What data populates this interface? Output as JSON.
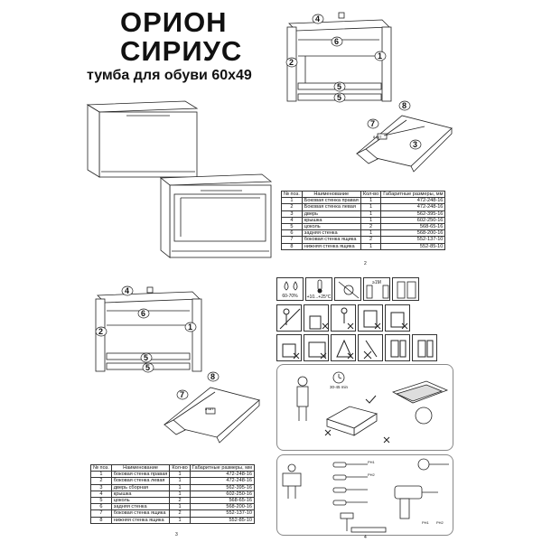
{
  "header": {
    "title_line1": "ОРИОН",
    "title_line2": "СИРИУС",
    "subtitle": "тумба для обуви 60х49"
  },
  "assembly_labels": [
    "1",
    "2",
    "3",
    "4",
    "5",
    "6",
    "7",
    "8"
  ],
  "screw_label": "8 ШТ",
  "table_top": {
    "headers": [
      "№ поз.",
      "Наименование",
      "Кол-во",
      "Габаритные размеры, мм"
    ],
    "rows": [
      [
        "1",
        "Боковая стенка правая",
        "1",
        "472-248-16"
      ],
      [
        "2",
        "Боковая стенка левая",
        "1",
        "472-248-16"
      ],
      [
        "3",
        "дверь",
        "1",
        "562-395-16"
      ],
      [
        "4",
        "крышка",
        "1",
        "602-250-16"
      ],
      [
        "5",
        "цоколь",
        "2",
        "568-65-16"
      ],
      [
        "6",
        "задняя стенка",
        "1",
        "568-200-16"
      ],
      [
        "7",
        "боковая стенка ящика",
        "2",
        "552-137-10"
      ],
      [
        "8",
        "нижняя стенка ящика",
        "1",
        "552-85-10"
      ]
    ]
  },
  "table_bottom": {
    "headers": [
      "№ поз.",
      "Наименование",
      "Кол-во",
      "Габаритные размеры, мм"
    ],
    "rows": [
      [
        "1",
        "боковая стенка правая",
        "1",
        "472-248-16"
      ],
      [
        "2",
        "боковая стенка левая",
        "1",
        "472-248-16"
      ],
      [
        "3",
        "дверь сборная",
        "1",
        "562-395-16"
      ],
      [
        "4",
        "крышка",
        "1",
        "602-250-16"
      ],
      [
        "5",
        "цоколь",
        "2",
        "568-65-16"
      ],
      [
        "6",
        "задняя стенка",
        "1",
        "568-200-16"
      ],
      [
        "7",
        "боковая стенка ящика",
        "2",
        "552-137-10"
      ],
      [
        "8",
        "нижняя стенка ящика",
        "1",
        "552-85-10"
      ]
    ]
  },
  "page_numbers": [
    "2",
    "3",
    "4"
  ],
  "icons": {
    "humidity": "60-70%",
    "temperature": "+10...+25°C",
    "distance": "≥1M",
    "assembly_time": "30-45 min",
    "ph1": "PH1",
    "ph2": "PH2",
    "ph1b": "PH1",
    "ph2b": "PH2"
  }
}
